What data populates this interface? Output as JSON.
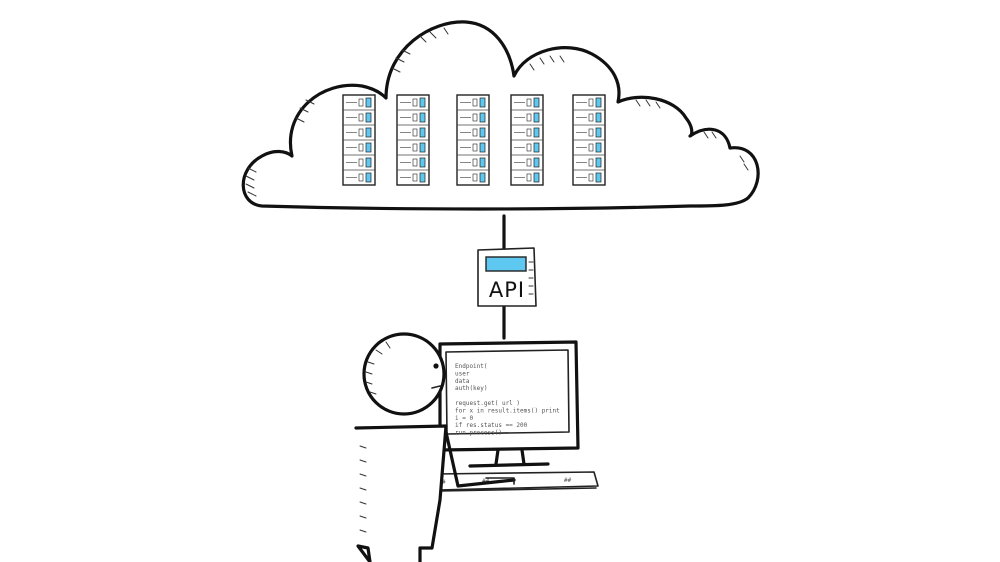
{
  "api_box": {
    "label": "API",
    "accent_color": "#5ec8f0"
  },
  "cloud": {
    "server_led_color": "#5ec8f0"
  },
  "monitor": {
    "code_lines": [
      "Endpoint(",
      "  user",
      "  data",
      "  auth(key)",
      "",
      "  request.get( url )",
      "  for x in  result.items()  print",
      "    i = 0",
      "    if  res.status == 200",
      "    run  process()"
    ]
  }
}
